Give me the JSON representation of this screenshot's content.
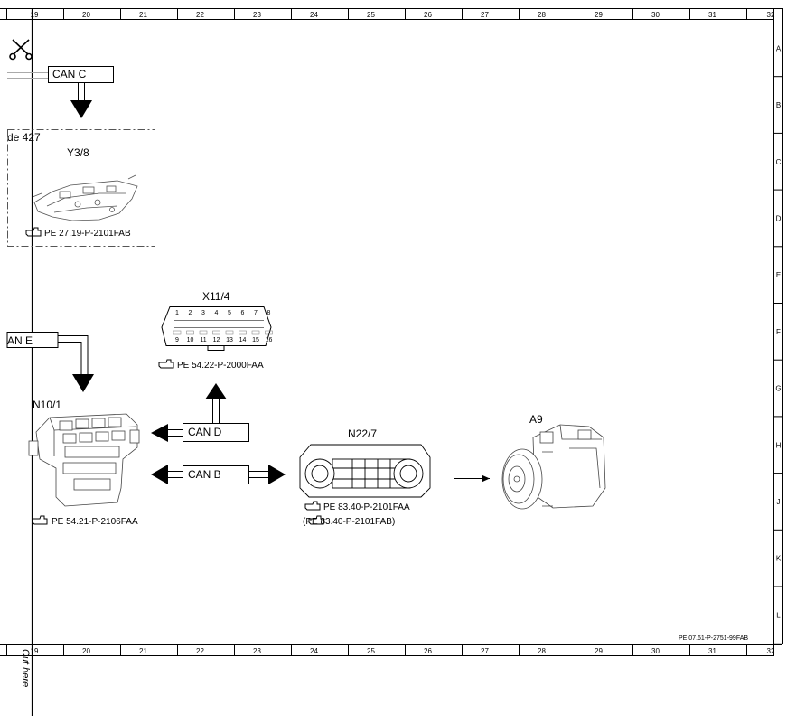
{
  "diagram": {
    "doc_code": "PE 07.61-P-2751-99FAB",
    "cut_label": "Cut here",
    "columns": [
      "19",
      "20",
      "21",
      "22",
      "23",
      "24",
      "25",
      "26",
      "27",
      "28",
      "29",
      "30",
      "31",
      "32"
    ],
    "rows": [
      "A",
      "B",
      "C",
      "D",
      "E",
      "F",
      "G",
      "H",
      "J",
      "K",
      "L"
    ],
    "edge_labels": {
      "left_ref": "de 427"
    },
    "components": {
      "y3_8": {
        "id": "Y3/8",
        "ref": "PE 27.19-P-2101FAB"
      },
      "x11_4": {
        "id": "X11/4",
        "ref": "PE 54.22-P-2000FAA",
        "pins": [
          "1",
          "2",
          "3",
          "4",
          "5",
          "6",
          "7",
          "8",
          "9",
          "10",
          "11",
          "12",
          "13",
          "14",
          "15",
          "16"
        ]
      },
      "n10_1": {
        "id": "N10/1",
        "ref": "PE 54.21-P-2106FAA"
      },
      "n22_7": {
        "id": "N22/7",
        "ref": "PE 83.40-P-2101FAA",
        "ref_alt": "(PE 83.40-P-2101FAB)"
      },
      "a9": {
        "id": "A9"
      }
    },
    "buses": {
      "can_c": "CAN C",
      "can_e_partial": "AN E",
      "can_d": "CAN D",
      "can_b": "CAN B"
    }
  }
}
